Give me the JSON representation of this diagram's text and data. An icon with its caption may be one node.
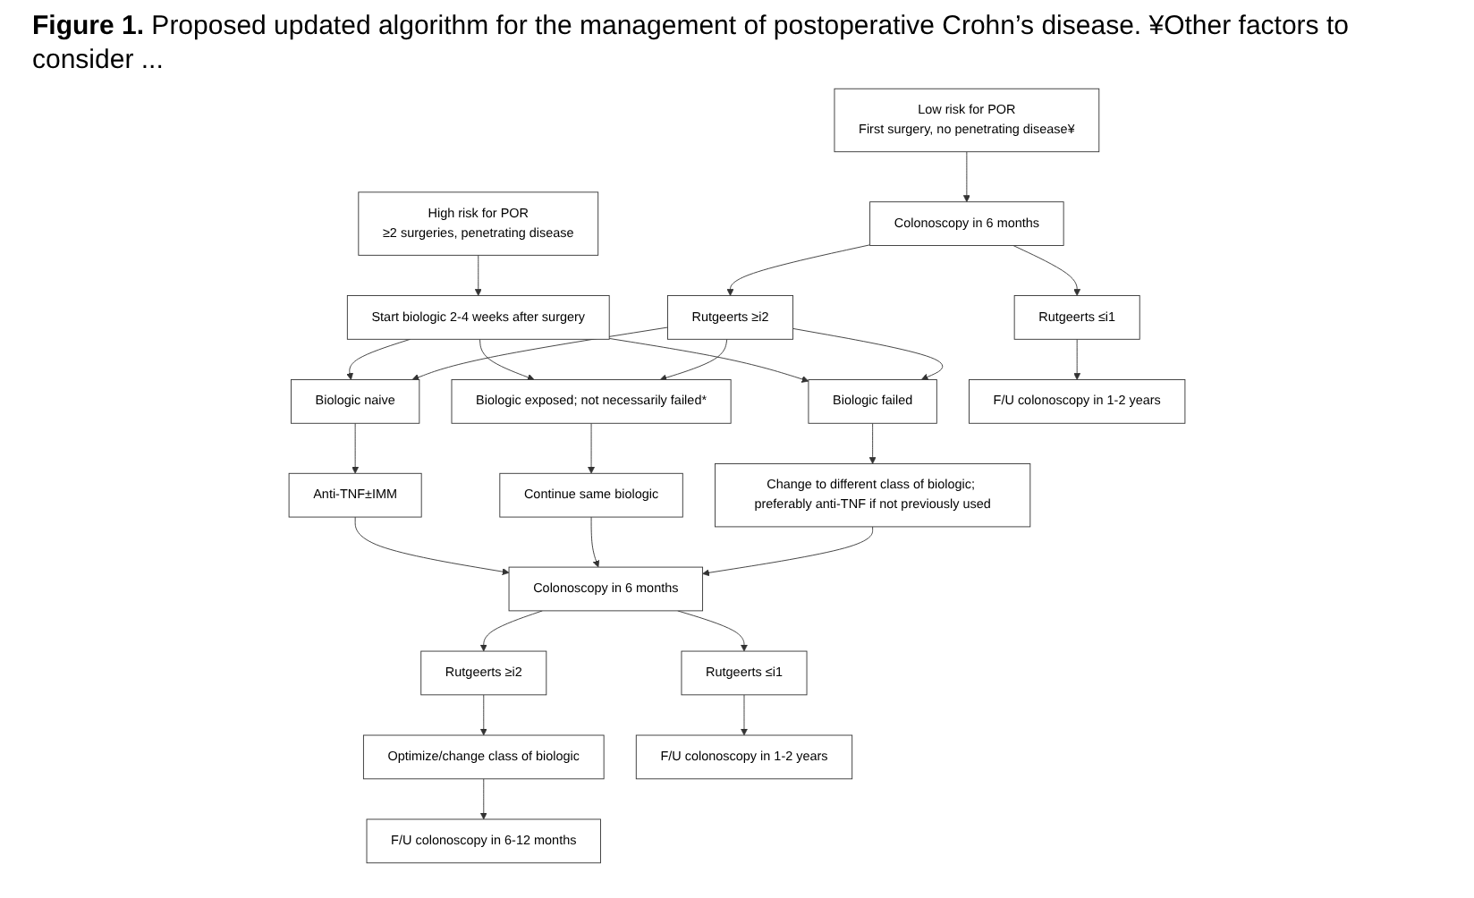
{
  "diagram": {
    "title": "**Figure 1.** Proposed updated algorithm for the management of postoperative Crohn’s disease. ¥Other factors to consider ...",
    "nodes": [
      {
        "text": [
          "Low risk for POR",
          "First surgery, no penetrating disease¥"
        ]
      },
      {
        "text": [
          "High risk for POR",
          "≥2 surgeries, penetrating disease"
        ]
      },
      {
        "text": [
          "Start biologic 2-4 weeks after surgery"
        ]
      },
      {
        "text": [
          "Biologic naive"
        ]
      },
      {
        "text": [
          "Biologic exposed; not necessarily failed*"
        ]
      },
      {
        "text": [
          "Biologic failed"
        ]
      },
      {
        "text": [
          "Anti-TNF±IMM"
        ]
      },
      {
        "text": [
          "Continue same biologic"
        ]
      },
      {
        "text": [
          "Change to different class of biologic; preferably anti-TNF if not previously used"
        ]
      },
      {
        "text": [
          "Colonoscopy in 6 months"
        ]
      },
      {
        "text": [
          "Colonoscopy in 6 months"
        ]
      },
      {
        "text": [
          "Rutgeerts ≤i1"
        ]
      },
      {
        "text": [
          "Rutgeerts ≥i2"
        ]
      },
      {
        "text": [
          "Rutgeerts ≤i1"
        ]
      },
      {
        "text": [
          "Rutgeerts ≥i2"
        ]
      },
      {
        "text": [
          "Optimize/change class of biologic"
        ]
      },
      {
        "text": [
          "F/U colonoscopy in 1-2 years"
        ]
      },
      {
        "text": [
          "F/U colonoscopy in 1-2 years"
        ]
      },
      {
        "text": [
          "F/U colonoscopy in 6-12 months"
        ]
      }
    ],
    "edges": [
      {
        "from": 1,
        "to": 2,
        "arrow": "to"
      },
      {
        "from": 2,
        "to": 3,
        "arrow": "to"
      },
      {
        "from": 2,
        "to": 4,
        "arrow": "to"
      },
      {
        "from": 2,
        "to": 5,
        "arrow": "to"
      },
      {
        "from": 0,
        "to": 9,
        "arrow": "to"
      },
      {
        "from": 9,
        "to": 11,
        "arrow": "to"
      },
      {
        "from": 9,
        "to": 12,
        "arrow": "to"
      },
      {
        "from": 11,
        "to": 16,
        "arrow": "to"
      },
      {
        "from": 12,
        "to": 3,
        "arrow": "to"
      },
      {
        "from": 12,
        "to": 4,
        "arrow": "to"
      },
      {
        "from": 12,
        "to": 5,
        "arrow": "to"
      },
      {
        "from": 3,
        "to": 6,
        "arrow": "to"
      },
      {
        "from": 4,
        "to": 7,
        "arrow": "to"
      },
      {
        "from": 5,
        "to": 8,
        "arrow": "to"
      },
      {
        "from": 6,
        "to": 10,
        "arrow": "to"
      },
      {
        "from": 7,
        "to": 10,
        "arrow": "to"
      },
      {
        "from": 8,
        "to": 10,
        "arrow": "to"
      },
      {
        "from": 10,
        "to": 13,
        "arrow": "to"
      },
      {
        "from": 10,
        "to": 14,
        "arrow": "to"
      },
      {
        "from": 13,
        "to": 17,
        "arrow": "to"
      },
      {
        "from": 14,
        "to": 15,
        "arrow": "to"
      },
      {
        "from": 15,
        "to": 18,
        "arrow": "to"
      }
    ]
  }
}
